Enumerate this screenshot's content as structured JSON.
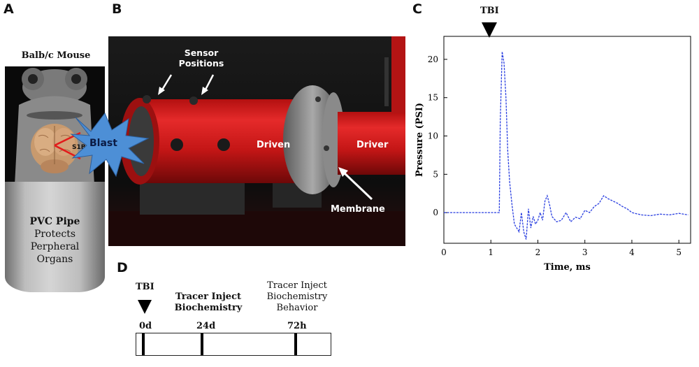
{
  "panels": {
    "a": "A",
    "b": "B",
    "c": "C",
    "d": "D"
  },
  "panel_a": {
    "title": "Balb/c Mouse",
    "region_label": "S1BF",
    "blast_label": "Blast",
    "pipe_line1": "PVC Pipe",
    "pipe_line2": "Protects",
    "pipe_line3": "Perpheral",
    "pipe_line4": "Organs"
  },
  "panel_b": {
    "sensor_line1": "Sensor",
    "sensor_line2": "Positions",
    "driven": "Driven",
    "driver": "Driver",
    "membrane": "Membrane"
  },
  "panel_c": {
    "marker_label": "TBI"
  },
  "chart_data": {
    "type": "line",
    "xlabel": "Time, ms",
    "ylabel": "Pressure (PSI)",
    "xlim": [
      0,
      5.25
    ],
    "ylim": [
      -4,
      23
    ],
    "xticks": [
      0,
      1,
      2,
      3,
      4,
      5
    ],
    "yticks": [
      0,
      5,
      10,
      15,
      20
    ],
    "grid": false,
    "series": [
      {
        "color": "#2a3fe0",
        "style": "dashed",
        "x": [
          0,
          1.18,
          1.2,
          1.24,
          1.28,
          1.32,
          1.36,
          1.4,
          1.45,
          1.5,
          1.55,
          1.6,
          1.65,
          1.7,
          1.75,
          1.8,
          1.85,
          1.9,
          1.95,
          2.0,
          2.05,
          2.1,
          2.15,
          2.2,
          2.25,
          2.3,
          2.4,
          2.5,
          2.6,
          2.7,
          2.8,
          2.9,
          3.0,
          3.1,
          3.2,
          3.3,
          3.4,
          3.5,
          3.6,
          3.7,
          3.8,
          3.9,
          4.0,
          4.2,
          4.4,
          4.6,
          4.8,
          5.0,
          5.2
        ],
        "y": [
          0,
          0,
          12,
          21,
          19.5,
          15,
          8,
          4,
          1,
          -1.5,
          -2,
          -2.5,
          0,
          -2.5,
          -3.5,
          0.5,
          -2,
          -0.5,
          -1.5,
          -1,
          0,
          -1,
          1.5,
          2.2,
          1,
          -0.5,
          -1.2,
          -1,
          0,
          -1.2,
          -0.6,
          -0.8,
          0.3,
          0,
          0.8,
          1.2,
          2.2,
          1.8,
          1.5,
          1.2,
          0.8,
          0.5,
          0,
          -0.3,
          -0.4,
          -0.2,
          -0.3,
          -0.1,
          -0.3
        ]
      }
    ]
  },
  "panel_d": {
    "tbi": "TBI",
    "t0": "0d",
    "t1": "24d",
    "t2": "72h",
    "mid_line1": "Tracer Inject",
    "mid_line2": "Biochemistry",
    "right_line1": "Tracer Inject",
    "right_line2": "Biochemistry",
    "right_line3": "Behavior"
  }
}
